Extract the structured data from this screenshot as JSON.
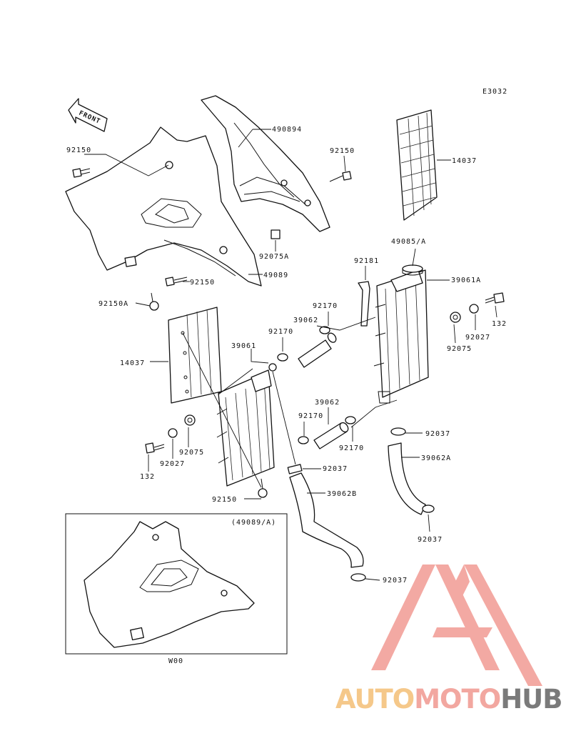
{
  "diagram": {
    "code": "E3032",
    "front_label": "FRONT",
    "inset": {
      "ref_label": "(49089/A)",
      "caption": "W00"
    },
    "callouts": {
      "shroud_right": "490894",
      "grille_right": "14037",
      "bolt_top_left": "92150",
      "bolt_top_right": "92150",
      "collar": "92075A",
      "shroud_left": "49089",
      "bolt_shroud": "92150",
      "bolt_lower_left": "92150A",
      "cap": "49085/A",
      "breather": "92181",
      "radiator_right": "39061A",
      "clamp_upper_r": "92170",
      "hose_upper": "39062",
      "clamp_upper_l": "92170",
      "grille_left": "14037",
      "radiator_left": "39061",
      "bolt_right": "132",
      "washer_right": "92027",
      "grommet_right": "92075",
      "clamp_mid_r": "92170",
      "hose_mid": "39062",
      "clamp_mid_l": "92170",
      "clamp_right_hose": "92037",
      "hose_right": "39062A",
      "grommet_left": "92075",
      "washer_left": "92027",
      "bolt_left": "132",
      "clamp_left_hose": "92037",
      "hose_lower": "39062B",
      "bolt_bottom": "92150",
      "clamp_lower_r": "92037",
      "clamp_bottom": "92037"
    }
  },
  "logo": {
    "part1": "AUTO",
    "part2": "MOTO",
    "part3": "HUB",
    "colors": {
      "auto": "#f5c88a",
      "moto": "#f2a7a0",
      "hub": "#7a7a7a",
      "mark": "#f29b93"
    }
  }
}
